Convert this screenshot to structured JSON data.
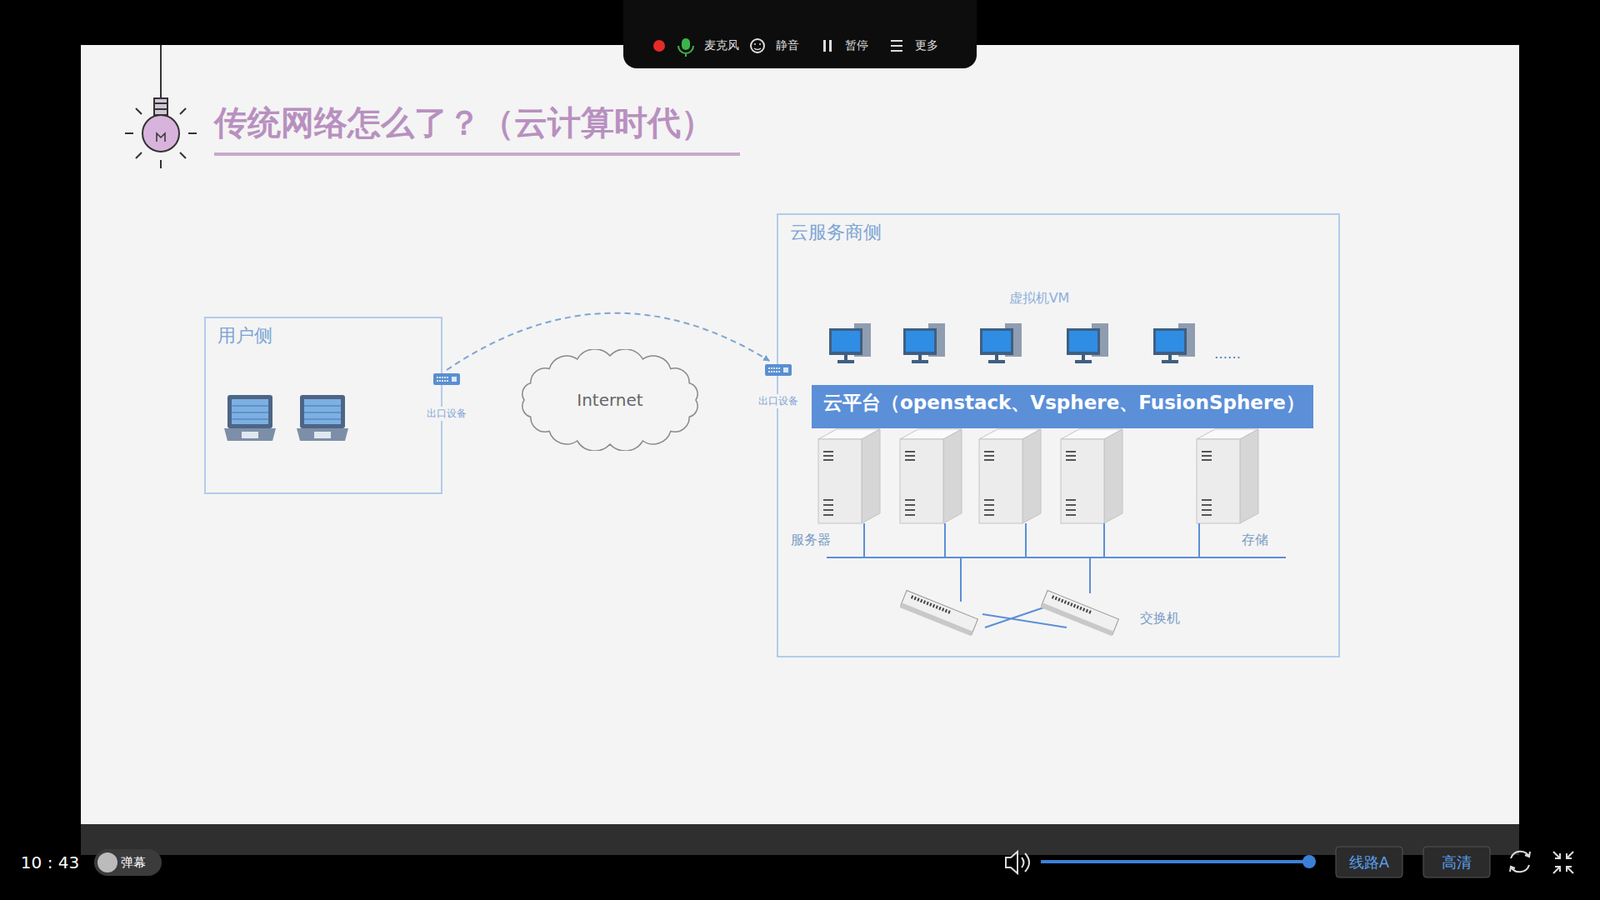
{
  "diagram": {
    "title": "传统网络怎么了？（云计算时代）",
    "nodes": [
      {
        "text": [
          "用户侧"
        ]
      },
      {
        "text": [
          "出口设备"
        ]
      },
      {
        "text": [
          "Internet"
        ]
      },
      {
        "text": [
          "出口设备"
        ]
      },
      {
        "text": [
          "云服务商侧"
        ]
      },
      {
        "text": [
          "云平台（openstack、Vsphere、FusionSphere）"
        ],
        "in": 4
      }
    ],
    "edges": [
      {
        "from": 1,
        "to": 3,
        "arrow": "to"
      }
    ],
    "labels": [
      "麦克风",
      "静音",
      "暂停",
      "更多",
      "虚拟机VM",
      "……",
      "服务器",
      "存储",
      "交换机",
      "10 : 43",
      "弹幕",
      "线路A",
      "高清"
    ]
  }
}
